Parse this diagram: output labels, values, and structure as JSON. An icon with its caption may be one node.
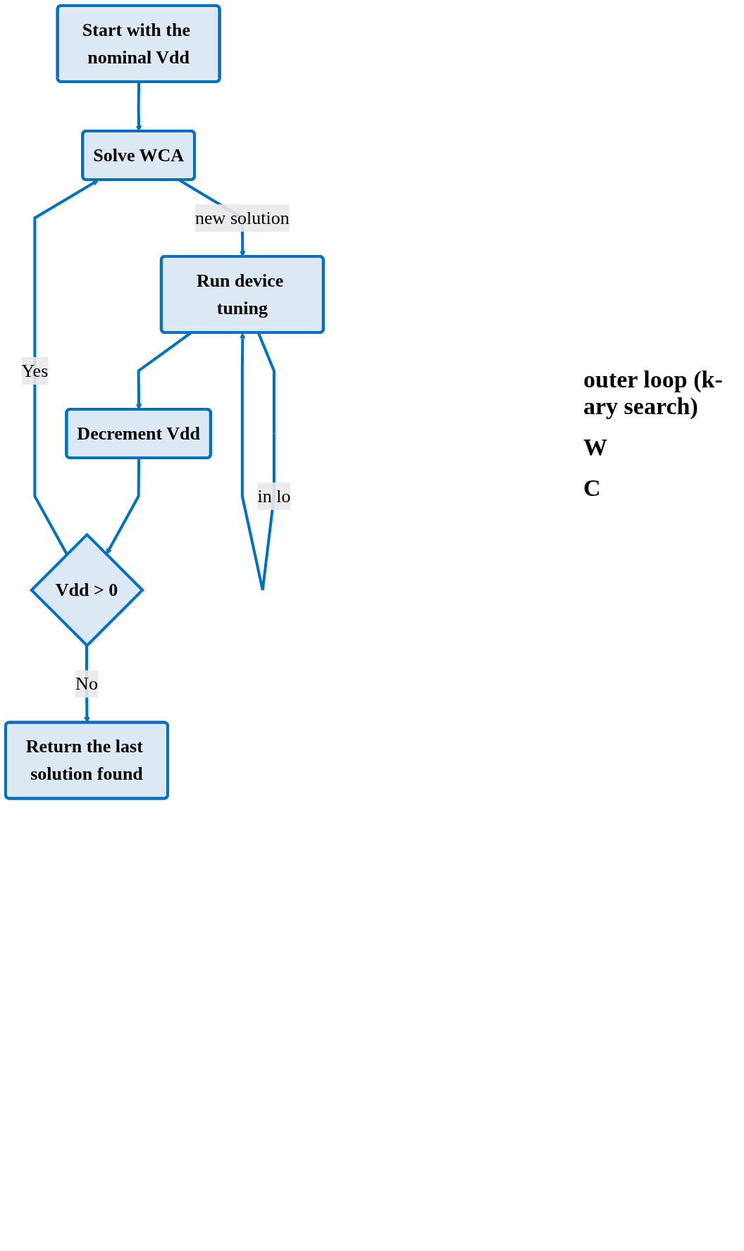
{
  "diagram": {
    "nodes": [
      {
        "text": [
          "Start with the nominal Vdd"
        ]
      },
      {
        "text": [
          "Solve WCA"
        ]
      },
      {
        "text": [
          "Run device tuning"
        ]
      },
      {
        "text": [
          "Decrement Vdd"
        ]
      },
      {
        "text": [
          "Vdd > 0"
        ]
      },
      {
        "text": [
          "Return the last solution found"
        ]
      }
    ],
    "edges": [
      {
        "from": 0,
        "to": 1,
        "arrow": "to"
      },
      {
        "from": 1,
        "to": 2,
        "arrow": "to",
        "label": "new solution"
      },
      {
        "from": 2,
        "to": 2,
        "arrow": "to",
        "label": "in lo"
      },
      {
        "from": 2,
        "to": 3,
        "arrow": "to"
      },
      {
        "from": 3,
        "to": 4,
        "arrow": "to"
      },
      {
        "from": 4,
        "to": 1,
        "arrow": "to",
        "label": "Yes"
      },
      {
        "from": 4,
        "to": 5,
        "arrow": "to",
        "label": "No"
      }
    ],
    "labels": [
      "outer loop (k-ary search)",
      "W",
      "C"
    ]
  }
}
